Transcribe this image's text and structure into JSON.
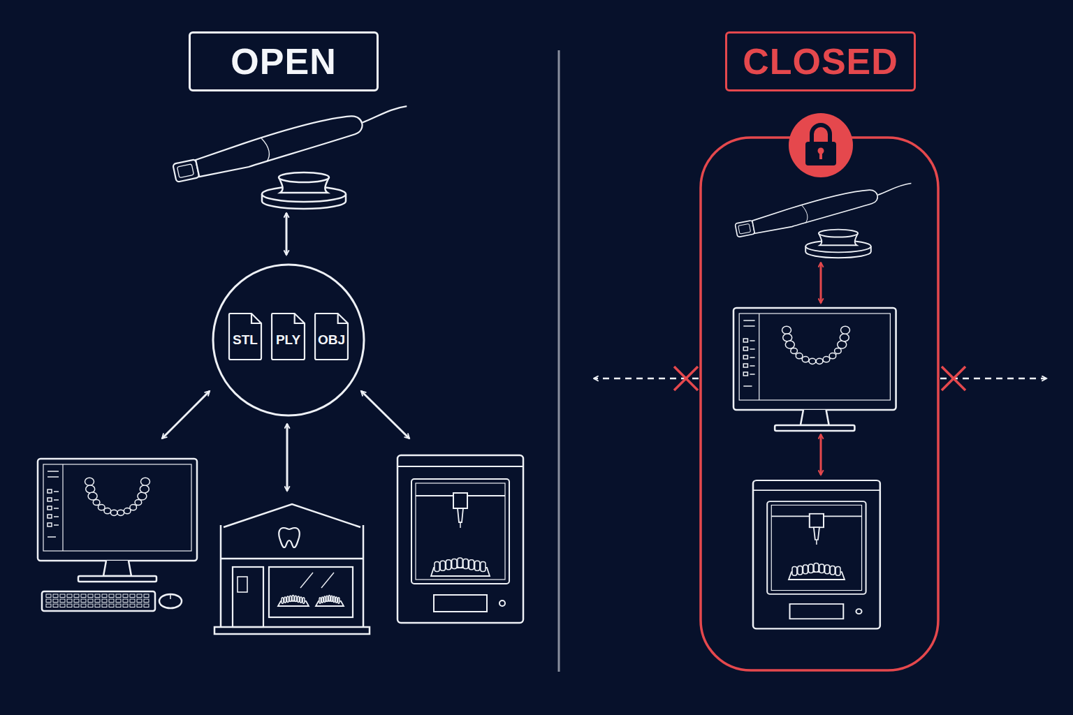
{
  "diagram": {
    "nodes": [
      {
        "text": [
          "OPEN"
        ]
      },
      {
        "text": [
          "CLOSED"
        ]
      },
      {
        "text": [
          "STL"
        ]
      },
      {
        "text": [
          "PLY"
        ]
      },
      {
        "text": [
          "OBJ"
        ]
      }
    ]
  }
}
